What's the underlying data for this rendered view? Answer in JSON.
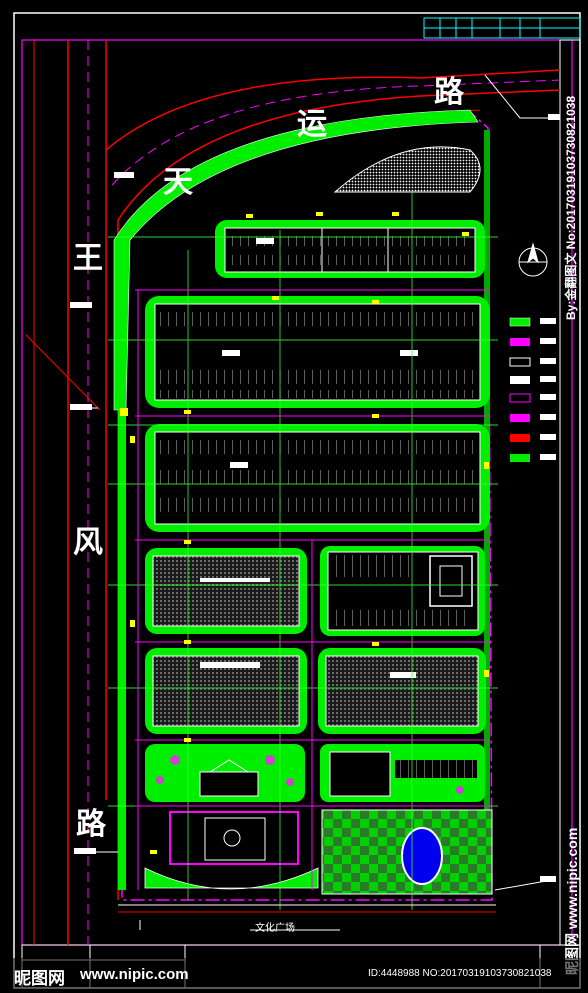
{
  "road_labels": {
    "tianyun": [
      "天",
      "运",
      "路"
    ],
    "wangfeng": [
      "王",
      "风",
      "路"
    ]
  },
  "plaza_label": "文化广场",
  "watermark": {
    "brand": "昵图网",
    "url": "www.nipic.com",
    "author": "By:金翻图文 No:20170319103730821038",
    "id_line": "ID:4448988 NO:20170319103730821038",
    "side_url": "昵图网 www.nipic.com"
  },
  "colors": {
    "background": "#000000",
    "boundary": "#ff00ff",
    "road": "#ff0000",
    "green": "#00ff00",
    "parking": "#ffffff",
    "water": "#0000ff",
    "title_block": "#00ffff"
  }
}
